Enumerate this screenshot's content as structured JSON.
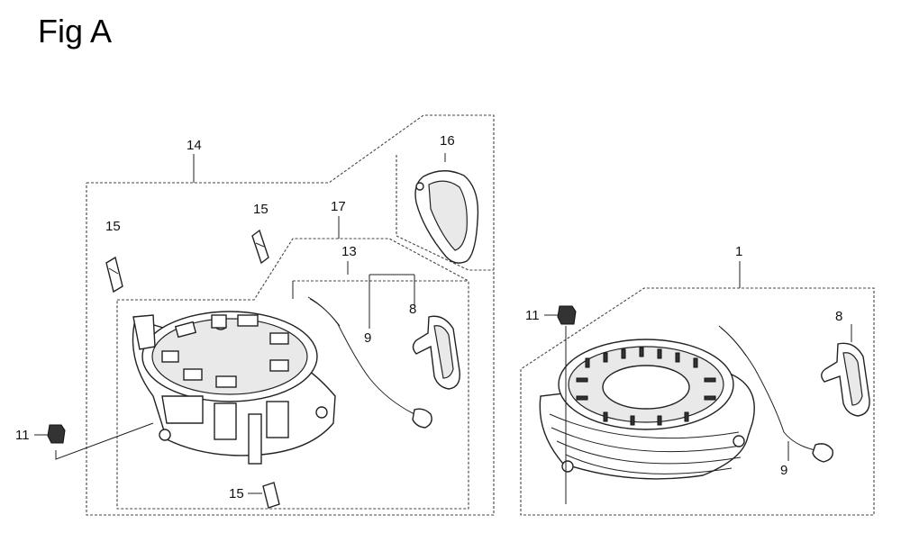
{
  "figure": {
    "title": "Fig A"
  },
  "labels": {
    "assembly_left": "14",
    "reel_upper": "15",
    "reel_left": "15",
    "reel_bottom": "15",
    "cover_part": "16",
    "rope_kit": "17",
    "rope_set": "13",
    "grip_left": "8",
    "rope_left": "9",
    "nut_left": "11",
    "assembly_right": "1",
    "nut_right": "11",
    "grip_right": "8",
    "rope_right": "9"
  }
}
